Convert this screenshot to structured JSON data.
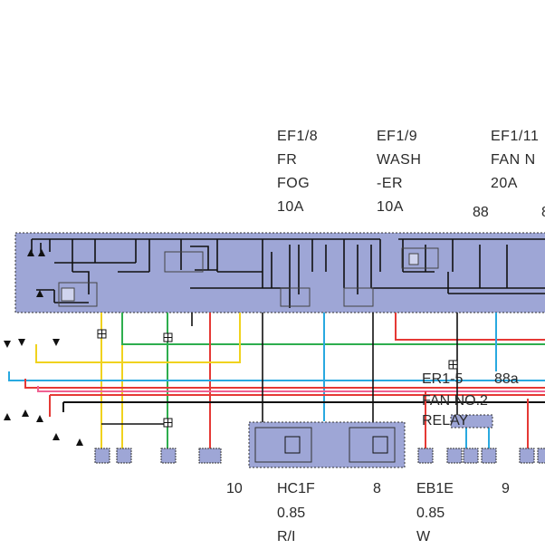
{
  "fuses": [
    {
      "id": "EF1/8",
      "line2": "FR",
      "line3": "FOG",
      "rating": "10A"
    },
    {
      "id": "EF1/9",
      "line2": "WASH",
      "line3": "-ER",
      "rating": "10A"
    },
    {
      "id": "EF1/11",
      "line2": "FAN N",
      "line3": "20A",
      "rating": ""
    }
  ],
  "top_pins": {
    "a": "88",
    "b": "8"
  },
  "relay": {
    "pin_a": "ER1-5",
    "pin_b": "88a",
    "name": "FAN NO.2",
    "type": "RELAY"
  },
  "bottom": {
    "pin1": "10",
    "conn1": {
      "name": "HC1F",
      "gauge": "0.85",
      "color": "R/I"
    },
    "pin2": "8",
    "conn2": {
      "name": "EB1E",
      "gauge": "0.85",
      "color": "W"
    },
    "pin3": "9"
  },
  "colors": {
    "panel": "#9ea6d6",
    "red": "#e53935",
    "green": "#2eae4e",
    "cyan": "#29a9e0",
    "yellow": "#f0d21e",
    "pink": "#f06292",
    "black": "#111111"
  }
}
